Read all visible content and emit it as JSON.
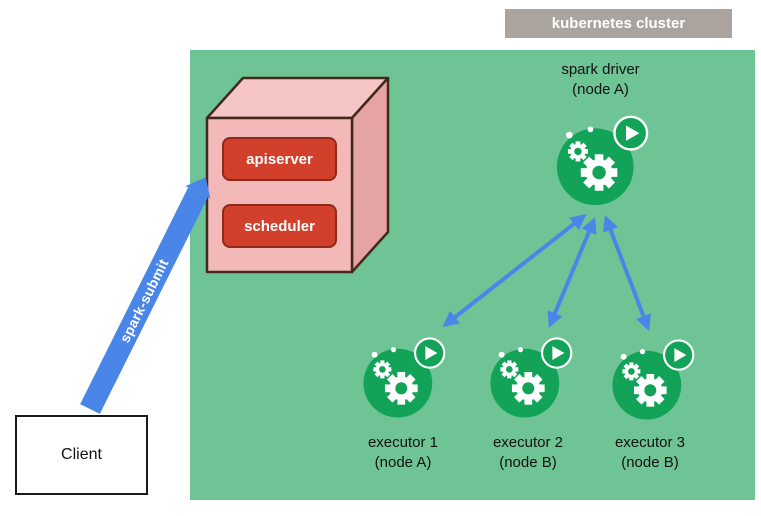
{
  "cluster": {
    "label": "kubernetes cluster"
  },
  "control_plane": {
    "apiserver_label": "apiserver",
    "scheduler_label": "scheduler"
  },
  "spark_driver": {
    "name": "spark driver",
    "node": "(node A)"
  },
  "executors": [
    {
      "name": "executor 1",
      "node": "(node A)"
    },
    {
      "name": "executor 2",
      "node": "(node B)"
    },
    {
      "name": "executor 3",
      "node": "(node B)"
    }
  ],
  "client": {
    "label": "Client"
  },
  "spark_submit": {
    "label": "spark-submit"
  },
  "colors": {
    "cluster_bg": "#6fc495",
    "icon_green": "#12a258",
    "arrow_blue": "#4a86e8",
    "box_red": "#d2402c",
    "box_pink": "#f3b9b9",
    "label_gray": "#aba49e"
  }
}
